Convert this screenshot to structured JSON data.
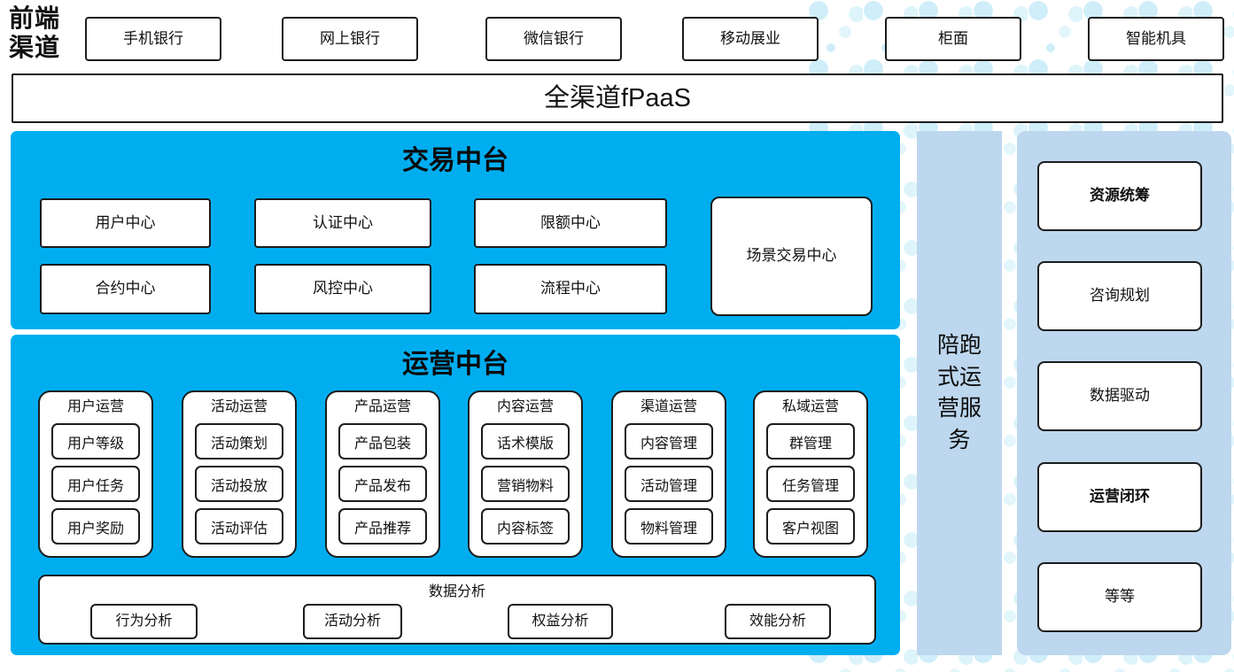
{
  "front_channels": {
    "label": "前端渠道",
    "items": [
      "手机银行",
      "网上银行",
      "微信银行",
      "移动展业",
      "柜面",
      "智能机具"
    ]
  },
  "fpaas": {
    "label": "全渠道fPaaS"
  },
  "trade": {
    "title": "交易中台",
    "row1": [
      "用户中心",
      "认证中心",
      "限额中心"
    ],
    "row2": [
      "合约中心",
      "风控中心",
      "流程中心"
    ],
    "scene_box": "场景交易中心"
  },
  "ops": {
    "title": "运营中台",
    "columns": [
      {
        "title": "用户运营",
        "items": [
          "用户等级",
          "用户任务",
          "用户奖励"
        ]
      },
      {
        "title": "活动运营",
        "items": [
          "活动策划",
          "活动投放",
          "活动评估"
        ]
      },
      {
        "title": "产品运营",
        "items": [
          "产品包装",
          "产品发布",
          "产品推荐"
        ]
      },
      {
        "title": "内容运营",
        "items": [
          "话术模版",
          "营销物料",
          "内容标签"
        ]
      },
      {
        "title": "渠道运营",
        "items": [
          "内容管理",
          "活动管理",
          "物料管理"
        ]
      },
      {
        "title": "私域运营",
        "items": [
          "群管理",
          "任务管理",
          "客户视图"
        ]
      }
    ],
    "analysis": {
      "title": "数据分析",
      "items": [
        "行为分析",
        "活动分析",
        "权益分析",
        "效能分析"
      ]
    }
  },
  "companion_bar": {
    "label": "陪跑式运营服务"
  },
  "service_panel": {
    "items": [
      {
        "label": "资源统筹",
        "bold": true
      },
      {
        "label": "咨询规划",
        "bold": false
      },
      {
        "label": "数据驱动",
        "bold": false
      },
      {
        "label": "运营闭环",
        "bold": true
      },
      {
        "label": "等等",
        "bold": false
      }
    ]
  },
  "colors": {
    "primary_blue": "#00AEF0",
    "light_blue": "#BDD7EE",
    "dot_blue": "#CFEEF9",
    "border": "#1C1C1C"
  }
}
